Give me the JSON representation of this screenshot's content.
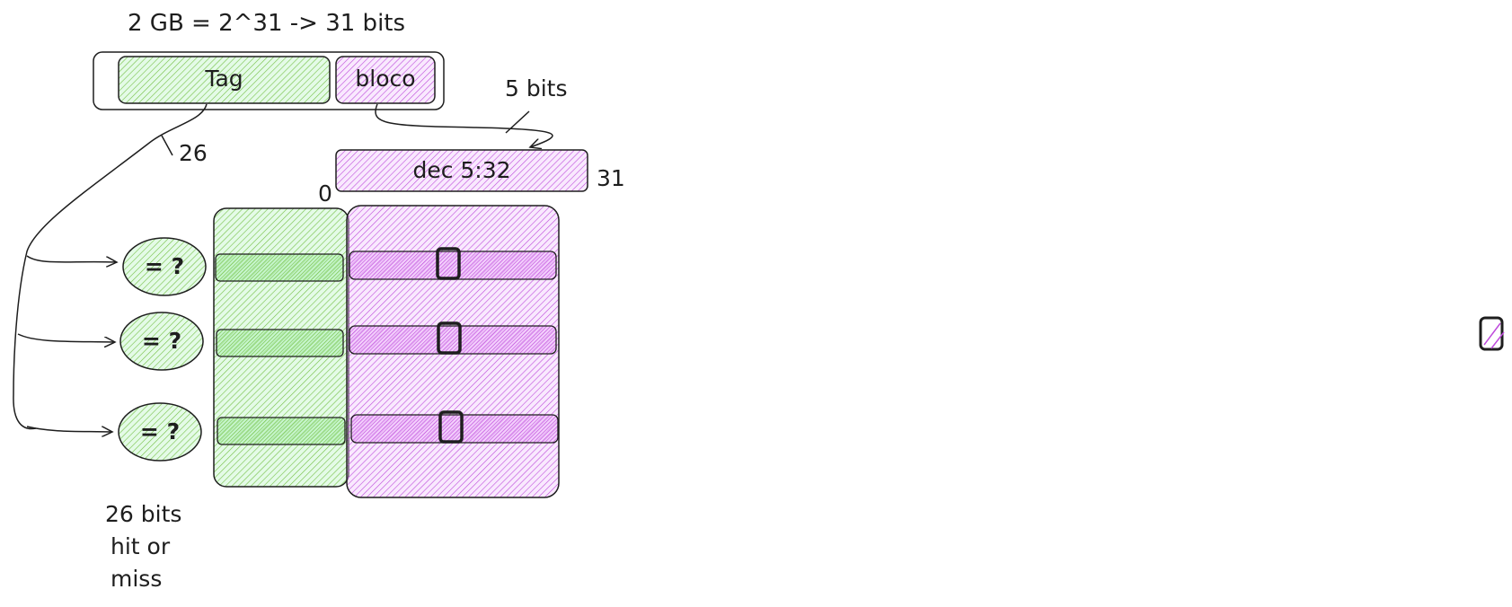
{
  "colors": {
    "stroke": "#1e1e1e",
    "green_fill": "#b2f2bb",
    "green_hatch": "#74c044",
    "purple_fill": "#eebefa",
    "purple_hatch": "#be4bdb",
    "background": "#ffffff"
  },
  "texts": {
    "address_size": "2 GB = 2^31 -> 31 bits",
    "tag_label": "Tag",
    "bloco_label": "bloco",
    "bloco_bits": "5 bits",
    "tag_bits": "26",
    "decoder_label": "dec 5:32",
    "decoder_low": "0",
    "decoder_high": "31",
    "comparator_1": "= ?",
    "comparator_2": "= ?",
    "comparator_3": "= ?",
    "note_line_1": "26 bits",
    "note_line_2": "hit or",
    "note_line_3": "miss"
  }
}
